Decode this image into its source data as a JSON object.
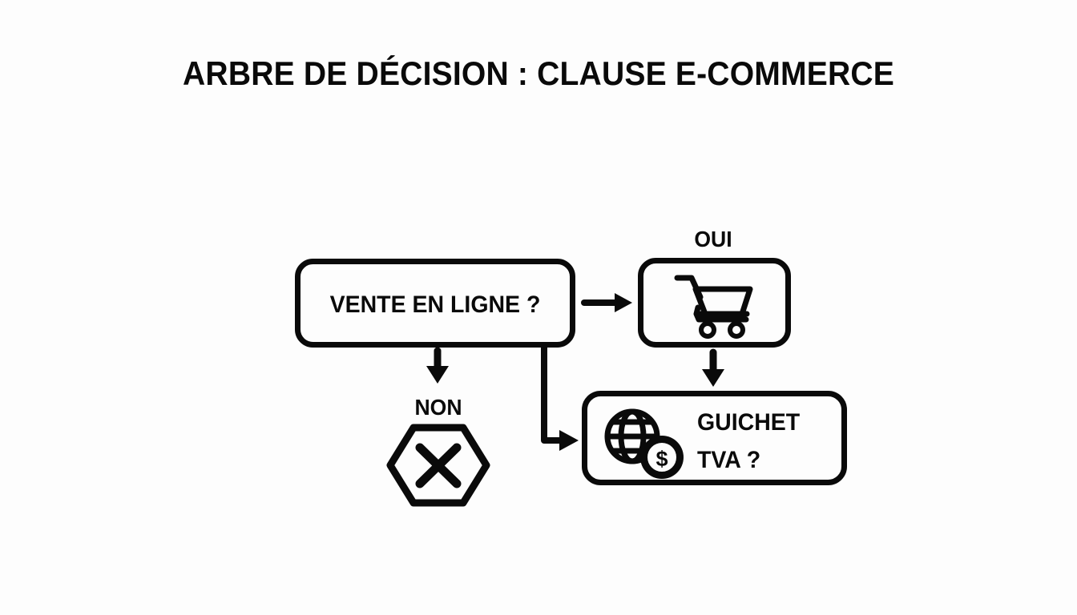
{
  "page": {
    "title": "ARBRE DE DÉCISION : CLAUSE E-COMMERCE",
    "background_color": "#fdfdfd",
    "ink_color": "#0a0a0a"
  },
  "diagram": {
    "type": "decision-tree",
    "nodes": [
      {
        "id": "vente-en-ligne",
        "label": "VENTE EN LIGNE ?",
        "shape": "rounded-rectangle",
        "icon": null
      },
      {
        "id": "oui-cart",
        "label": "",
        "shape": "rounded-rectangle",
        "icon": "shopping-cart-icon"
      },
      {
        "id": "guichet-tva",
        "label_line_1": "GUICHET",
        "label_line_2": "TVA ?",
        "shape": "rounded-rectangle",
        "icon": "globe-dollar-icon"
      },
      {
        "id": "non-stop",
        "label": "",
        "shape": "hexagon",
        "icon": "cross-x-icon"
      }
    ],
    "edge_labels": [
      {
        "id": "oui",
        "text": "OUI"
      },
      {
        "id": "non",
        "text": "NON"
      }
    ],
    "connectors": [
      {
        "id": "vente-to-cart",
        "from": "vente-en-ligne",
        "to": "oui-cart",
        "direction": "right",
        "style": "straight-arrow"
      },
      {
        "id": "cart-to-guichet",
        "from": "oui-cart",
        "to": "guichet-tva",
        "direction": "down",
        "style": "straight-arrow"
      },
      {
        "id": "vente-to-guichet",
        "from": "vente-en-ligne",
        "to": "guichet-tva",
        "direction": "down-right",
        "style": "elbow-arrow"
      },
      {
        "id": "vente-to-non",
        "from": "vente-en-ligne",
        "to": "non-stop",
        "direction": "down",
        "style": "straight-arrow"
      }
    ]
  }
}
